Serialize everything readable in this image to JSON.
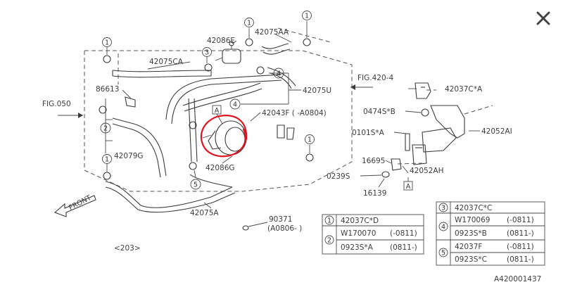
{
  "toolbar": {
    "close_icon": "close-icon"
  },
  "labels": {
    "p42075AA": "42075AA",
    "p42086E": "42086E",
    "p42075CA": "42075CA",
    "p86613": "86613",
    "p42075U": "42075U",
    "fig4204": "FIG.420-4",
    "fig050": "FIG.050",
    "p42043F": "42043F ( -A0804)",
    "p42079G": "42079G",
    "p42086G": "42086G",
    "p42075A": "42075A",
    "p90371": "90371",
    "p90371_range": "(A0806- )",
    "p203": "<203>",
    "front": "FRONT",
    "boxA_left": "A",
    "boxA_right": "A",
    "p42037CA": "42037C*A",
    "p0474SB": "0474S*B",
    "p0101SA": "0101S*A",
    "p42052AI": "42052AI",
    "p16695": "16695",
    "p0239S": "0239S",
    "p16139": "16139",
    "p42052AH": "42052AH",
    "diagram_id": "A420001437"
  },
  "callouts": {
    "c1": "1",
    "c2": "2",
    "c3": "3",
    "c4": "4",
    "c5": "5"
  },
  "legend_left": {
    "r1_num": "1",
    "r1_part": "42037C*D",
    "r2_num": "2",
    "r2_part_a": "W170070",
    "r2_range_a": "(-0811)",
    "r2_part_b": "0923S*A",
    "r2_range_b": "(0811-)"
  },
  "legend_right": {
    "r3_num": "3",
    "r3_part": "42037C*C",
    "r4_num": "4",
    "r4_part_a": "W170069",
    "r4_range_a": "(-0811)",
    "r4_part_b": "0923S*B",
    "r4_range_b": "(0811-)",
    "r5_num": "5",
    "r5_part_a": "42037F",
    "r5_range_a": "(-0811)",
    "r5_part_b": "0923S*C",
    "r5_range_b": "(0811-)"
  },
  "colors": {
    "highlight": "#e0141e",
    "line": "#3b3b3b",
    "background": "#ffffff"
  }
}
